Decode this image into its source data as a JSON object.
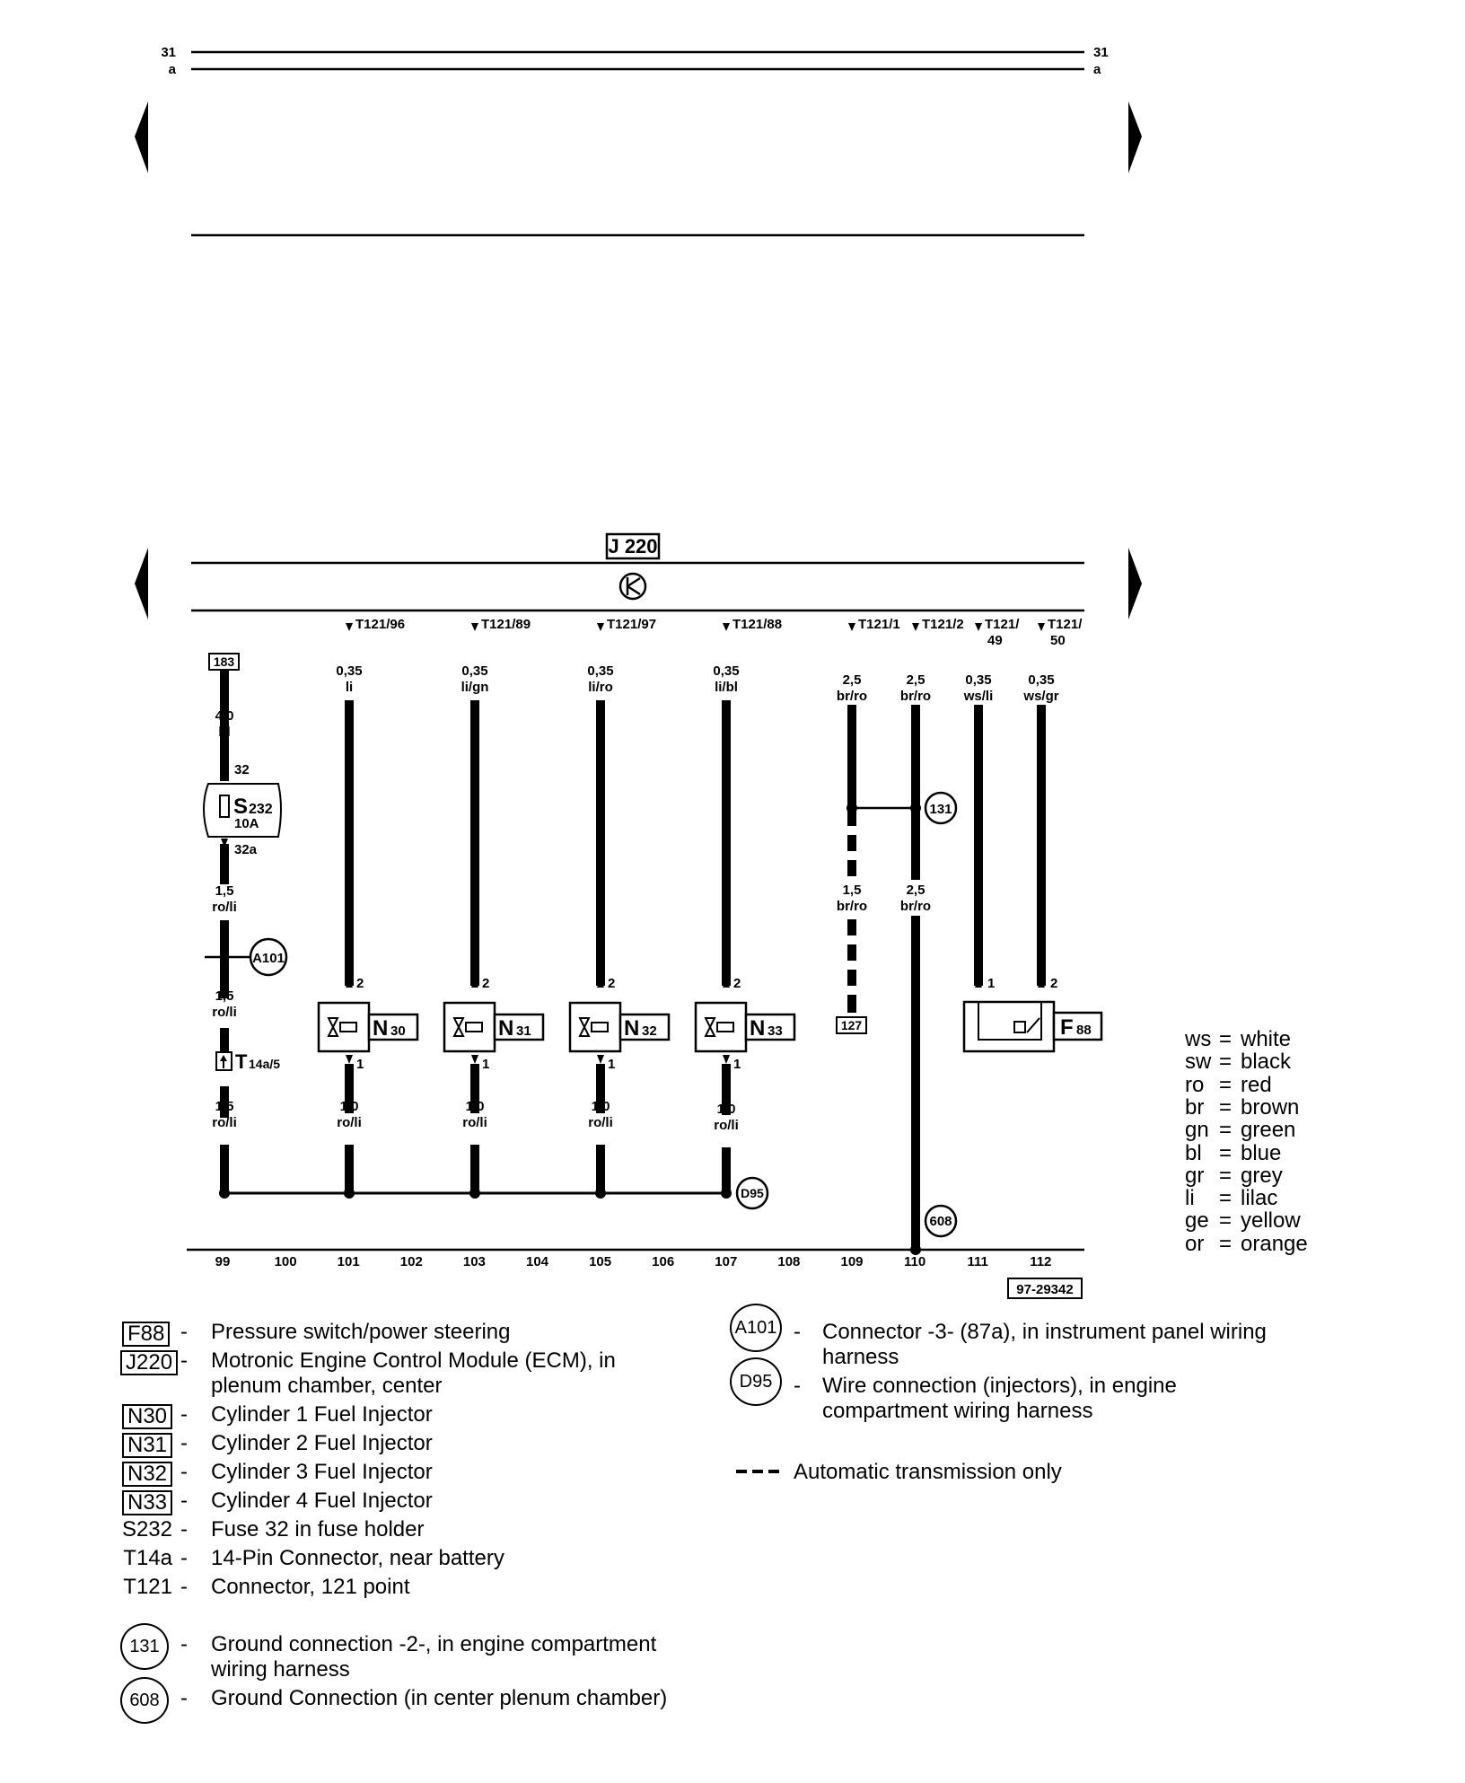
{
  "rails": {
    "top_left_31": "31",
    "top_left_a": "a",
    "top_right_31": "31",
    "top_right_a": "a"
  },
  "module": {
    "label": "J 220",
    "pins": {
      "p96": "T121/96",
      "p89": "T121/89",
      "p97": "T121/97",
      "p88": "T121/88",
      "p1": "T121/1",
      "p2": "T121/2",
      "p49a": "T121/",
      "p49b": "49",
      "p50a": "T121/",
      "p50b": "50"
    }
  },
  "wires": {
    "w183": "183",
    "s183_size": "4,0",
    "s183_color": "bl",
    "fuse_pin_top": "32",
    "fuse_label": "S",
    "fuse_sub": "232",
    "fuse_amp": "10A",
    "fuse_pin_bot": "32a",
    "w99a_size": "1,5",
    "w99a_color": "ro/li",
    "a101": "A101",
    "w99b_size": "1,5",
    "w99b_color": "ro/li",
    "t14_main": "T",
    "t14_sub": "14a/5",
    "w99c_size": "1,5",
    "w99c_color": "ro/li",
    "w101_size": "0,35",
    "w101_color": "li",
    "w103_size": "0,35",
    "w103_color": "li/gn",
    "w105_size": "0,35",
    "w105_color": "li/ro",
    "w107_size": "0,35",
    "w107_color": "li/bl",
    "w109_size": "2,5",
    "w109_color": "br/ro",
    "w110_size": "2,5",
    "w110_color": "br/ro",
    "w111_size": "0,35",
    "w111_color": "ws/li",
    "w112_size": "0,35",
    "w112_color": "ws/gr",
    "g131": "131",
    "w109b_size": "1,5",
    "w109b_color": "br/ro",
    "w110b_size": "2,5",
    "w110b_color": "br/ro",
    "t127": "127",
    "pin2": "2",
    "pin1": "1",
    "n30": "N",
    "n30sub": "30",
    "n31": "N",
    "n31sub": "31",
    "n32": "N",
    "n32sub": "32",
    "n33": "N",
    "n33sub": "33",
    "f88": "F",
    "f88sub": "88",
    "inj_out_size": "1,0",
    "inj_out_color": "ro/li",
    "d95": "D95",
    "g608": "608"
  },
  "tracks": [
    "99",
    "100",
    "101",
    "102",
    "103",
    "104",
    "105",
    "106",
    "107",
    "108",
    "109",
    "110",
    "111",
    "112"
  ],
  "figure_id": "97-29342",
  "color_key": [
    {
      "code": "ws",
      "name": "white"
    },
    {
      "code": "sw",
      "name": "black"
    },
    {
      "code": "ro",
      "name": "red"
    },
    {
      "code": "br",
      "name": "brown"
    },
    {
      "code": "gn",
      "name": "green"
    },
    {
      "code": "bl",
      "name": "blue"
    },
    {
      "code": "gr",
      "name": "grey"
    },
    {
      "code": "li",
      "name": "lilac"
    },
    {
      "code": "ge",
      "name": "yellow"
    },
    {
      "code": "or",
      "name": "orange"
    }
  ],
  "legend": {
    "f88": {
      "code": "F88",
      "line1": "Pressure switch/power steering"
    },
    "j220": {
      "code": "J220",
      "line1": "Motronic Engine Control Module (ECM), in",
      "line2": "plenum chamber, center"
    },
    "n30": {
      "code": "N30",
      "line1": "Cylinder 1 Fuel Injector"
    },
    "n31": {
      "code": "N31",
      "line1": "Cylinder 2 Fuel Injector"
    },
    "n32": {
      "code": "N32",
      "line1": "Cylinder 3 Fuel Injector"
    },
    "n33": {
      "code": "N33",
      "line1": "Cylinder 4 Fuel Injector"
    },
    "s232": {
      "code": "S232",
      "line1": "Fuse 32 in fuse holder"
    },
    "t14a": {
      "code": "T14a",
      "line1": "14-Pin Connector, near battery"
    },
    "t121": {
      "code": "T121",
      "line1": "Connector, 121 point"
    },
    "g131": {
      "code": "131",
      "line1": "Ground connection -2-, in engine compartment",
      "line2": "wiring harness"
    },
    "g608": {
      "code": "608",
      "line1": "Ground Connection (in center plenum chamber)"
    },
    "a101": {
      "code": "A101",
      "line1": "Connector -3- (87a), in instrument panel wiring",
      "line2": "harness"
    },
    "d95": {
      "code": "D95",
      "line1": "Wire connection (injectors), in engine",
      "line2": "compartment wiring harness"
    },
    "dashed": {
      "line1": "Automatic transmission only"
    }
  },
  "dash_symbol": "-"
}
